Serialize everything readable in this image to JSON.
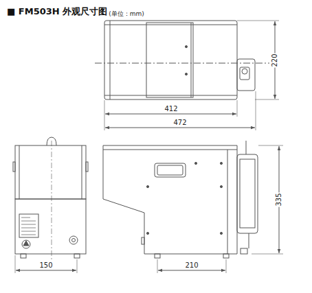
{
  "diagram": {
    "title": "■ FM503H 外观尺寸图",
    "labels": [
      "(单位：mm)",
      "220",
      "412",
      "472",
      "150",
      "335",
      "210"
    ]
  }
}
